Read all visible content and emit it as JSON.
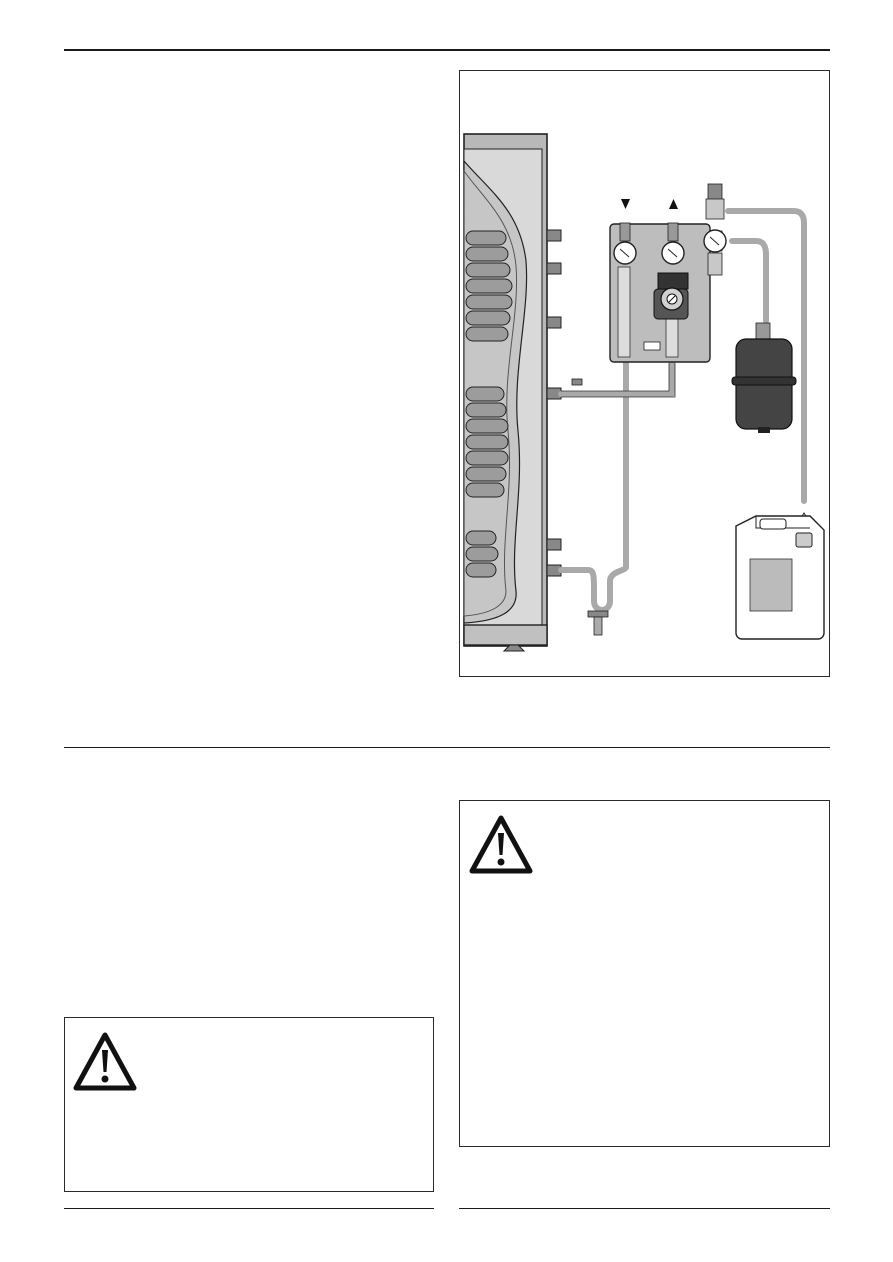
{
  "page": {
    "background": "#ffffff",
    "ink": "#1a1a1a"
  },
  "figure": {
    "components": [
      "storage-tank",
      "heating-coil-upper",
      "heating-coil-lower",
      "pump-station",
      "pressure-gauge-flow",
      "pressure-gauge-return",
      "circulation-pump",
      "safety-group",
      "expansion-vessel",
      "drain-valve",
      "collection-canister",
      "flow-arrow-down",
      "flow-arrow-up"
    ],
    "colors": {
      "pipe": "#a9a9a9",
      "tank_wall": "#b5b5b5",
      "coil": "#9a9a9a",
      "station": "#bdbdbd",
      "vessel": "#444444",
      "outline": "#222222"
    }
  },
  "warnings": [
    {
      "icon": "warning-triangle-icon"
    },
    {
      "icon": "warning-triangle-icon"
    }
  ]
}
